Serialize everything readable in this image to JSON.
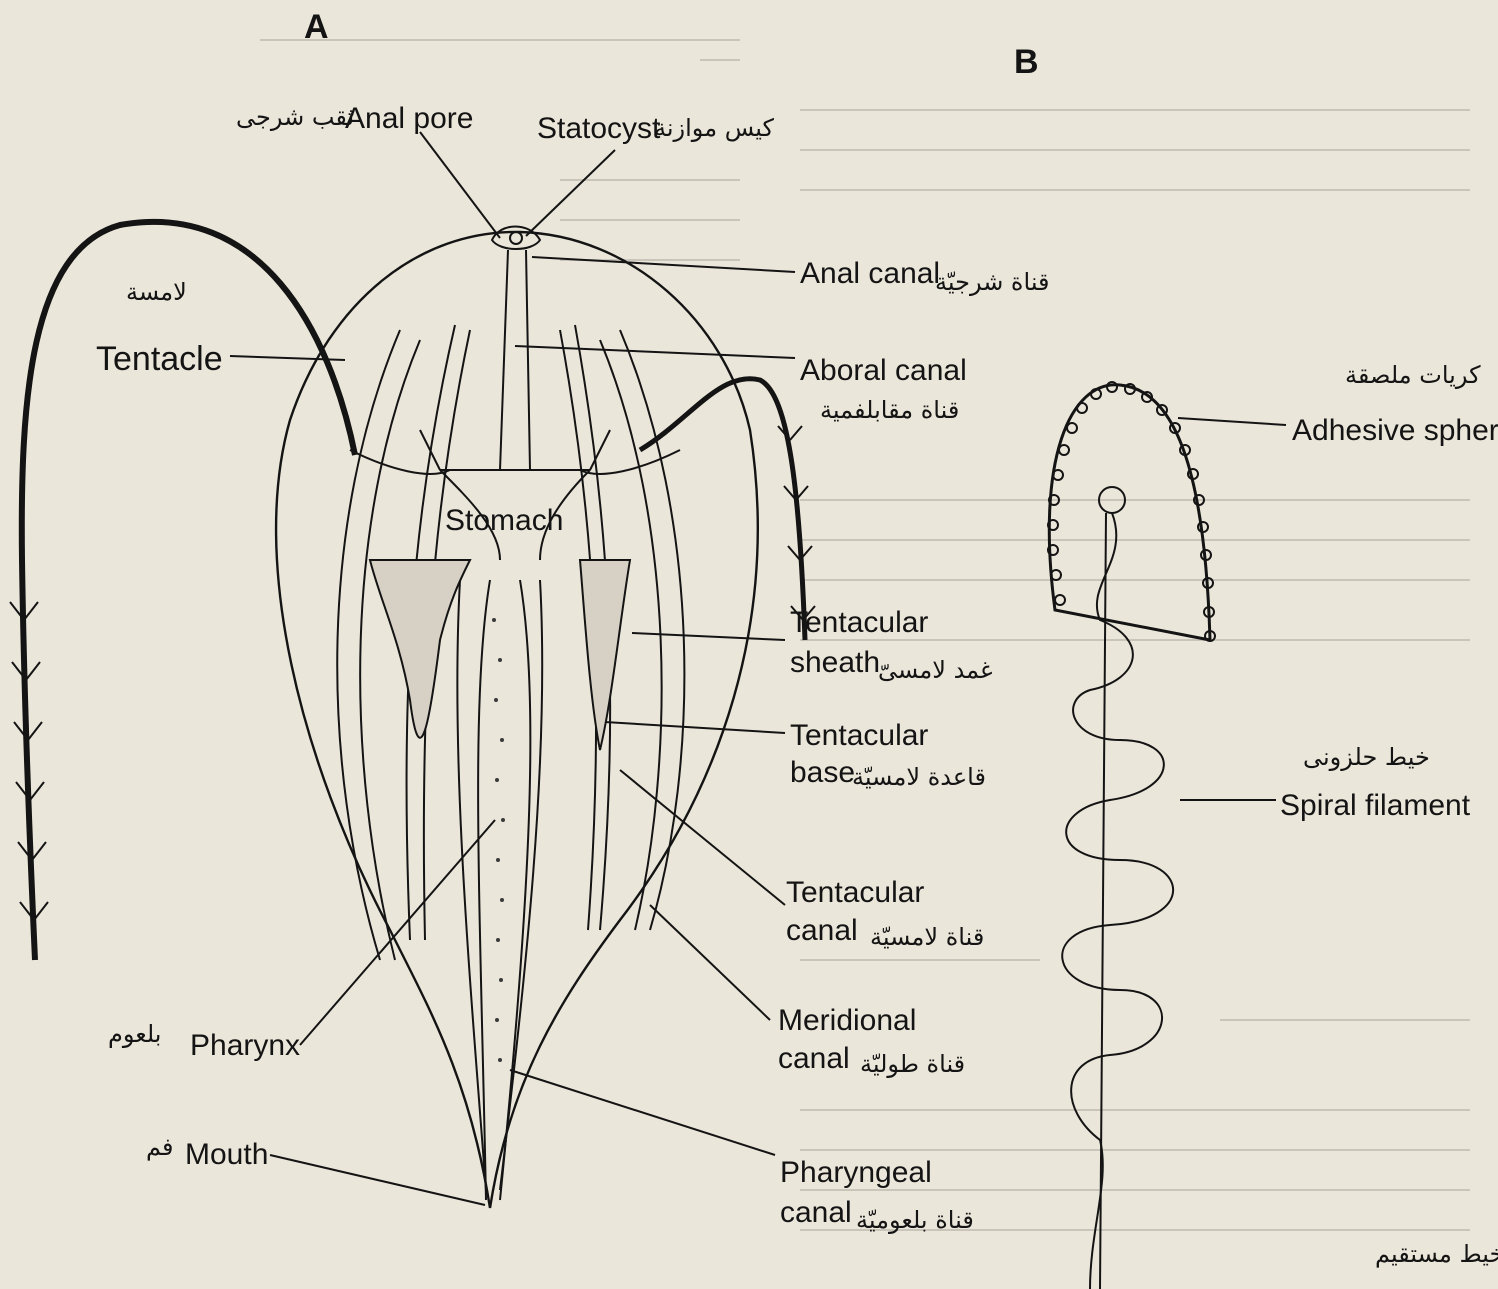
{
  "panels": {
    "a": "A",
    "b": "B"
  },
  "labels": {
    "anal_pore_ar": "ثقب شرجى",
    "anal_pore": "Anal pore",
    "statocyst": "Statocyst",
    "statocyst_ar": "كيس موازنة",
    "tentacle_ar": "لامسة",
    "tentacle": "Tentacle",
    "anal_canal": "Anal canal",
    "anal_canal_ar": "قناة شرجيّة",
    "aboral_canal": "Aboral canal",
    "aboral_canal_ar": "قناة مقابلفمية",
    "stomach": "Stomach",
    "tentacular_sheath_1": "Tentacular",
    "tentacular_sheath_2": "sheath",
    "tentacular_sheath_ar": "غمد لامسىّ",
    "tentacular_base_1": "Tentacular",
    "tentacular_base_2": "base",
    "tentacular_base_ar": "قاعدة لامسيّة",
    "tentacular_canal_1": "Tentacular",
    "tentacular_canal_2": "canal",
    "tentacular_canal_ar": "قناة لامسيّة",
    "meridional_canal_1": "Meridional",
    "meridional_canal_2": "canal",
    "meridional_canal_ar": "قناة طوليّة",
    "pharynx_ar": "بلعوم",
    "pharynx": "Pharynx",
    "mouth_ar": "فم",
    "mouth": "Mouth",
    "pharyngeal_canal_1": "Pharyngeal",
    "pharyngeal_canal_2": "canal",
    "pharyngeal_canal_ar": "قناة بلعوميّة",
    "adhesive_ar": "كريات ملصقة",
    "adhesive": "Adhesive spher",
    "spiral_ar": "خيط حلزونى",
    "spiral": "Spiral filament",
    "straight_ar": "خيط مستقيم"
  }
}
